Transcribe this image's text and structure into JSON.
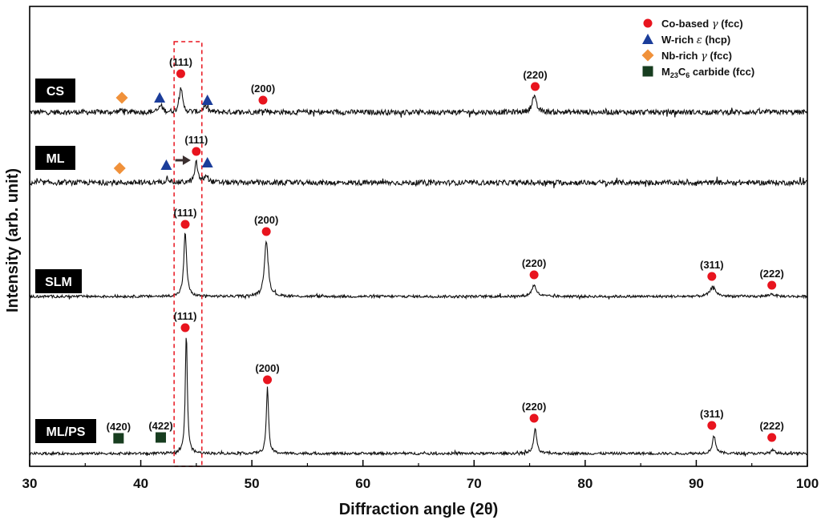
{
  "chart_data": {
    "type": "line",
    "title": "",
    "xlabel": "Diffraction angle (2θ)",
    "ylabel": "Intensity (arb. unit)",
    "xlim": [
      30,
      100
    ],
    "xticks": [
      "30",
      "40",
      "50",
      "60",
      "70",
      "80",
      "90",
      "100"
    ],
    "yticks": false,
    "grid": false,
    "legend_position": "top-right",
    "legend": [
      {
        "key": "gamma",
        "marker": "circle",
        "color": "#e8141e",
        "prefix": "Co-based ",
        "greek": "γ",
        "suffix": " (fcc)"
      },
      {
        "key": "epsilon",
        "marker": "triangle",
        "color": "#1b3d9a",
        "prefix": "W-rich ",
        "greek": "ε",
        "suffix": " (hcp)"
      },
      {
        "key": "nb",
        "marker": "diamond",
        "color": "#f0913a",
        "prefix": "Nb-rich ",
        "greek": "γ",
        "suffix": " (fcc)"
      },
      {
        "key": "carbide",
        "marker": "square",
        "color": "#173d1f",
        "prefix": "M",
        "sub": "23",
        "mid": "C",
        "sub2": "6",
        "suffix": " carbide (fcc)"
      }
    ],
    "highlight_region": {
      "x": [
        43,
        45.5
      ],
      "style": "dashed",
      "color": "#e8141e"
    },
    "series": [
      {
        "name": "CS",
        "noise": 1.0,
        "peaks": [
          {
            "x": 38.3,
            "height": 3,
            "width": 0.22
          },
          {
            "x": 41.8,
            "height": 8,
            "width": 0.2
          },
          {
            "x": 43.6,
            "height": 32,
            "width": 0.16
          },
          {
            "x": 45.8,
            "height": 8,
            "width": 0.2
          },
          {
            "x": 51.1,
            "height": 3,
            "width": 0.25
          },
          {
            "x": 75.4,
            "height": 20,
            "width": 0.22
          }
        ],
        "markers": [
          {
            "phase": "nb",
            "x": 38.3,
            "y": 18
          },
          {
            "phase": "epsilon",
            "x": 41.7,
            "y": 18
          },
          {
            "phase": "gamma",
            "x": 43.6,
            "y": 48,
            "label": "(111)"
          },
          {
            "phase": "epsilon",
            "x": 46.0,
            "y": 15
          },
          {
            "phase": "gamma",
            "x": 51.0,
            "y": 15,
            "label": "(200)"
          },
          {
            "phase": "gamma",
            "x": 75.5,
            "y": 32,
            "label": "(220)"
          }
        ]
      },
      {
        "name": "ML",
        "noise": 1.0,
        "peaks": [
          {
            "x": 42.4,
            "height": 6,
            "width": 0.2
          },
          {
            "x": 45.0,
            "height": 25,
            "width": 0.16
          },
          {
            "x": 45.9,
            "height": 9,
            "width": 0.2
          }
        ],
        "arrow": {
          "from": 43.1,
          "to": 44.5
        },
        "markers": [
          {
            "phase": "nb",
            "x": 38.1,
            "y": 18
          },
          {
            "phase": "epsilon",
            "x": 42.3,
            "y": 22
          },
          {
            "phase": "gamma",
            "x": 45.0,
            "y": 39,
            "label": "(111)"
          },
          {
            "phase": "epsilon",
            "x": 46.0,
            "y": 25
          }
        ]
      },
      {
        "name": "SLM",
        "noise": 0.5,
        "peaks": [
          {
            "x": 44.0,
            "height": 80,
            "width": 0.15
          },
          {
            "x": 51.3,
            "height": 70,
            "width": 0.2
          },
          {
            "x": 75.4,
            "height": 14,
            "width": 0.25
          },
          {
            "x": 91.5,
            "height": 12,
            "width": 0.3
          },
          {
            "x": 96.8,
            "height": 3,
            "width": 0.3
          }
        ],
        "markers": [
          {
            "phase": "gamma",
            "x": 44.0,
            "y": 90,
            "label": "(111)"
          },
          {
            "phase": "gamma",
            "x": 51.3,
            "y": 81,
            "label": "(200)"
          },
          {
            "phase": "gamma",
            "x": 75.4,
            "y": 27,
            "label": "(220)"
          },
          {
            "phase": "gamma",
            "x": 91.4,
            "y": 25,
            "label": "(311)"
          },
          {
            "phase": "gamma",
            "x": 96.8,
            "y": 14,
            "label": "(222)"
          }
        ]
      },
      {
        "name": "ML/PS",
        "noise": 0.5,
        "peaks": [
          {
            "x": 44.1,
            "height": 150,
            "width": 0.11
          },
          {
            "x": 51.4,
            "height": 82,
            "width": 0.12
          },
          {
            "x": 75.5,
            "height": 32,
            "width": 0.15
          },
          {
            "x": 91.6,
            "height": 22,
            "width": 0.18
          },
          {
            "x": 96.9,
            "height": 4,
            "width": 0.2
          }
        ],
        "markers": [
          {
            "phase": "carbide",
            "x": 38.0,
            "y": 19,
            "label": "(420)"
          },
          {
            "phase": "carbide",
            "x": 41.8,
            "y": 20,
            "label": "(422)"
          },
          {
            "phase": "gamma",
            "x": 44.0,
            "y": 157,
            "label": "(111)"
          },
          {
            "phase": "gamma",
            "x": 51.4,
            "y": 92,
            "label": "(200)"
          },
          {
            "phase": "gamma",
            "x": 75.4,
            "y": 44,
            "label": "(220)"
          },
          {
            "phase": "gamma",
            "x": 91.4,
            "y": 35,
            "label": "(311)"
          },
          {
            "phase": "gamma",
            "x": 96.8,
            "y": 20,
            "label": "(222)"
          }
        ]
      }
    ]
  }
}
